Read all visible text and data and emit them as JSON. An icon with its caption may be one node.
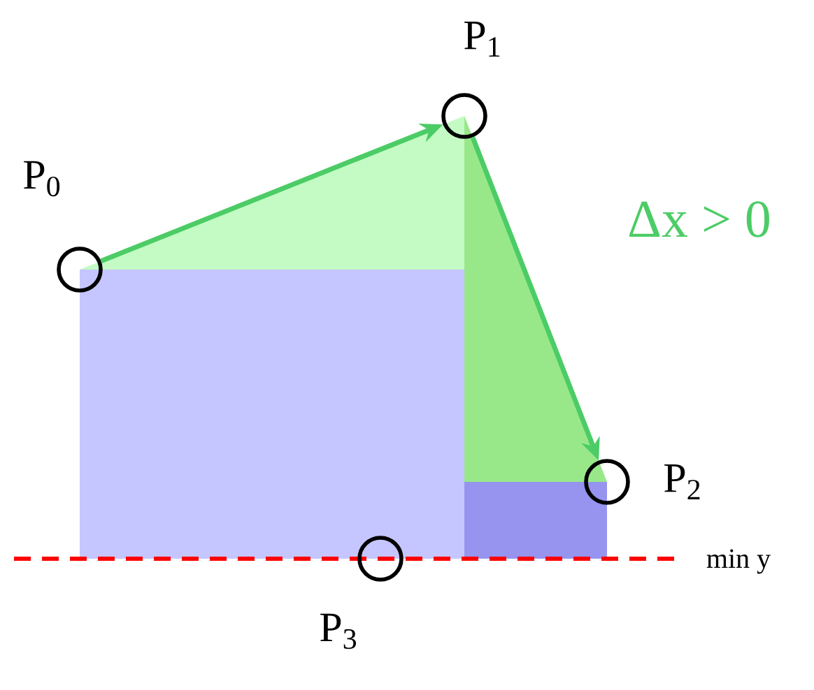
{
  "diagram": {
    "nodes": [
      {
        "text": [],
        "shape": "circle",
        "beside": [
          "P$_{0}$"
        ]
      },
      {
        "text": [],
        "shape": "circle",
        "beside": [
          "P$_{1}$"
        ]
      },
      {
        "text": [],
        "shape": "circle",
        "beside": [
          "P$_{2}$"
        ]
      },
      {
        "text": [],
        "shape": "circle",
        "beside": [
          "P$_{3}$"
        ]
      }
    ],
    "edges": [
      {
        "from": 0,
        "to": 1,
        "arrow": "to"
      },
      {
        "from": 1,
        "to": 2,
        "arrow": "to"
      }
    ],
    "labels": [
      "Δx > 0",
      "min y"
    ]
  }
}
